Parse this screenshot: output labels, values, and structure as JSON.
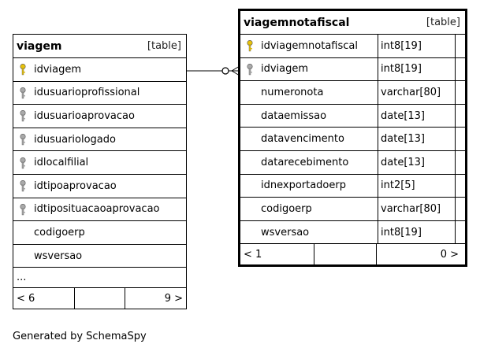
{
  "credit": "Generated by SchemaSpy",
  "tables": {
    "viagem": {
      "name": "viagem",
      "tag": "[table]",
      "columns": [
        {
          "name": "idviagem",
          "key": "pk"
        },
        {
          "name": "idusuarioprofissional",
          "key": "fk"
        },
        {
          "name": "idusuarioaprovacao",
          "key": "fk"
        },
        {
          "name": "idusuariologado",
          "key": "fk"
        },
        {
          "name": "idlocalfilial",
          "key": "fk"
        },
        {
          "name": "idtipoaprovacao",
          "key": "fk"
        },
        {
          "name": "idtiposituacaoaprovacao",
          "key": "fk"
        },
        {
          "name": "codigoerp",
          "key": ""
        },
        {
          "name": "wsversao",
          "key": ""
        }
      ],
      "more": "...",
      "footer_left": "< 6",
      "footer_right": "9 >"
    },
    "viagemnotafiscal": {
      "name": "viagemnotafiscal",
      "tag": "[table]",
      "columns": [
        {
          "name": "idviagemnotafiscal",
          "type": "int8[19]",
          "key": "pk"
        },
        {
          "name": "idviagem",
          "type": "int8[19]",
          "key": "fk"
        },
        {
          "name": "numeronota",
          "type": "varchar[80]",
          "key": ""
        },
        {
          "name": "dataemissao",
          "type": "date[13]",
          "key": ""
        },
        {
          "name": "datavencimento",
          "type": "date[13]",
          "key": ""
        },
        {
          "name": "datarecebimento",
          "type": "date[13]",
          "key": ""
        },
        {
          "name": "idnexportadoerp",
          "type": "int2[5]",
          "key": ""
        },
        {
          "name": "codigoerp",
          "type": "varchar[80]",
          "key": ""
        },
        {
          "name": "wsversao",
          "type": "int8[19]",
          "key": ""
        }
      ],
      "footer_left": "< 1",
      "footer_right": "0 >"
    }
  },
  "colors": {
    "pk_key": "#e8c20a",
    "fk_key": "#aaaaaa",
    "border": "#000000"
  }
}
